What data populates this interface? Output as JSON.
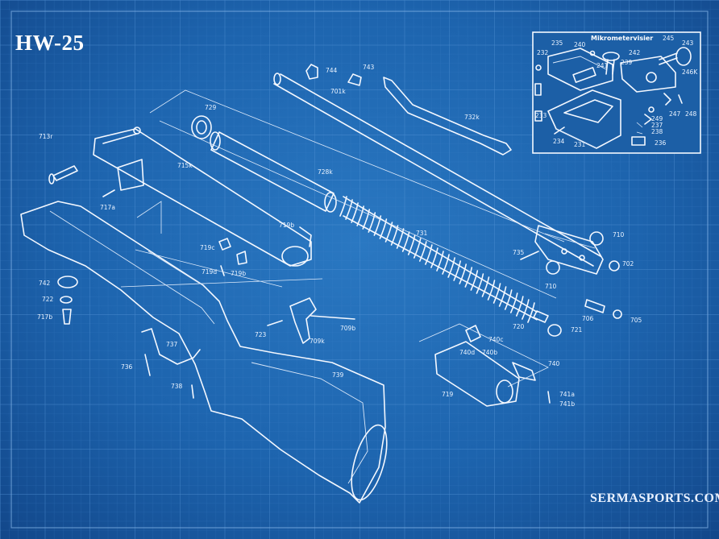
{
  "title": "HW-25",
  "watermark": "SERMASPORTS.COM",
  "inset": {
    "title": "Mikrometervisier"
  },
  "colors": {
    "background": "#1d64ae",
    "grid": "#4a8ad0",
    "ink": "#f4f8ff"
  },
  "labels": [
    {
      "id": "713r",
      "text": "713r"
    },
    {
      "id": "717a",
      "text": "717a"
    },
    {
      "id": "715k",
      "text": "715k"
    },
    {
      "id": "729",
      "text": "729"
    },
    {
      "id": "728k",
      "text": "728k"
    },
    {
      "id": "744",
      "text": "744"
    },
    {
      "id": "743",
      "text": "743"
    },
    {
      "id": "701k",
      "text": "701k"
    },
    {
      "id": "732k",
      "text": "732k"
    },
    {
      "id": "719b_a",
      "text": "719b"
    },
    {
      "id": "719c",
      "text": "719c"
    },
    {
      "id": "719d",
      "text": "719d"
    },
    {
      "id": "719b_b",
      "text": "719b"
    },
    {
      "id": "731",
      "text": "731"
    },
    {
      "id": "710_a",
      "text": "710"
    },
    {
      "id": "735",
      "text": "735"
    },
    {
      "id": "710_b",
      "text": "710"
    },
    {
      "id": "702",
      "text": "702"
    },
    {
      "id": "742",
      "text": "742"
    },
    {
      "id": "722",
      "text": "722"
    },
    {
      "id": "717b",
      "text": "717b"
    },
    {
      "id": "723",
      "text": "723"
    },
    {
      "id": "709k",
      "text": "709k"
    },
    {
      "id": "709b",
      "text": "709b"
    },
    {
      "id": "720",
      "text": "720"
    },
    {
      "id": "721",
      "text": "721"
    },
    {
      "id": "706",
      "text": "706"
    },
    {
      "id": "705",
      "text": "705"
    },
    {
      "id": "737",
      "text": "737"
    },
    {
      "id": "736",
      "text": "736"
    },
    {
      "id": "738",
      "text": "738"
    },
    {
      "id": "739",
      "text": "739"
    },
    {
      "id": "740c",
      "text": "740c"
    },
    {
      "id": "740d",
      "text": "740d"
    },
    {
      "id": "740b",
      "text": "740b"
    },
    {
      "id": "740",
      "text": "740"
    },
    {
      "id": "719",
      "text": "719"
    },
    {
      "id": "741a",
      "text": "741a"
    },
    {
      "id": "741b",
      "text": "741b"
    },
    {
      "id": "235",
      "text": "235"
    },
    {
      "id": "240",
      "text": "240"
    },
    {
      "id": "245",
      "text": "245"
    },
    {
      "id": "243",
      "text": "243"
    },
    {
      "id": "232",
      "text": "232"
    },
    {
      "id": "242",
      "text": "242"
    },
    {
      "id": "239",
      "text": "239"
    },
    {
      "id": "241",
      "text": "241"
    },
    {
      "id": "246K",
      "text": "246K"
    },
    {
      "id": "233",
      "text": "233"
    },
    {
      "id": "247",
      "text": "247"
    },
    {
      "id": "248",
      "text": "248"
    },
    {
      "id": "249",
      "text": "249"
    },
    {
      "id": "237",
      "text": "237"
    },
    {
      "id": "238",
      "text": "238"
    },
    {
      "id": "234",
      "text": "234"
    },
    {
      "id": "231",
      "text": "231"
    },
    {
      "id": "236",
      "text": "236"
    }
  ]
}
